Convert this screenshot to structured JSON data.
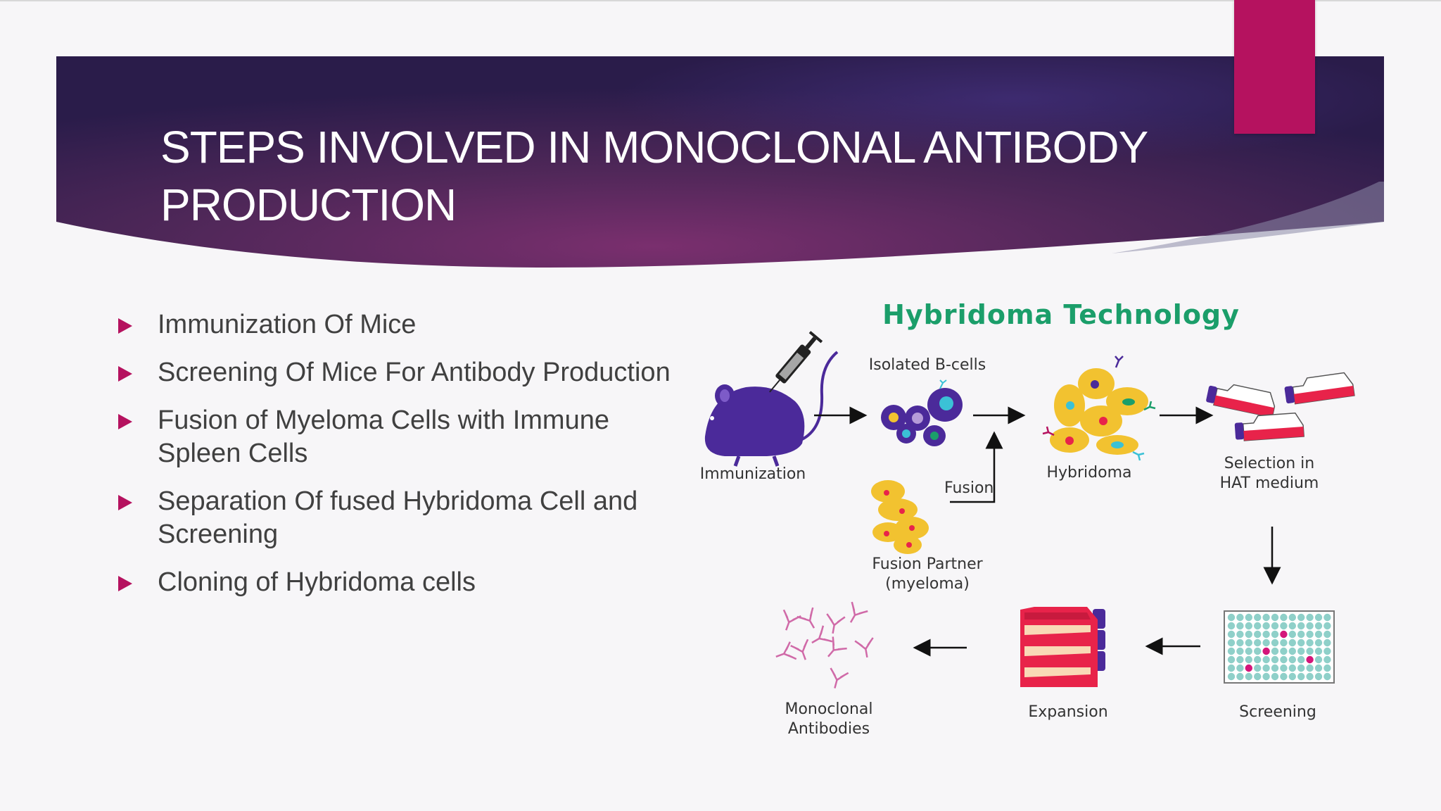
{
  "slide": {
    "title_line1": "STEPS INVOLVED IN MONOCLONAL ANTIBODY",
    "title_line2": "PRODUCTION",
    "bullets": [
      [
        "Immunization Of Mice"
      ],
      [
        "Screening Of Mice For Antibody Production"
      ],
      [
        "Fusion of Myeloma Cells with Immune",
        "Spleen Cells"
      ],
      [
        "Separation Of fused Hybridoma Cell and",
        "Screening"
      ],
      [
        "Cloning of Hybridoma cells"
      ]
    ]
  },
  "diagram": {
    "title": "Hybridoma Technology",
    "labels": {
      "immunization": "Immunization",
      "isolated_b_cells": "Isolated B-cells",
      "hybridoma": "Hybridoma",
      "selection_line1": "Selection in",
      "selection_line2": "HAT medium",
      "fusion": "Fusion",
      "fusion_partner_line1": "Fusion Partner",
      "fusion_partner_line2": "(myeloma)",
      "monoclonal_line1": "Monoclonal",
      "monoclonal_line2": "Antibodies",
      "expansion": "Expansion",
      "screening": "Screening"
    }
  },
  "colors": {
    "header_dark": "#2e1e4e",
    "header_mid": "#6b2a63",
    "accent_pink": "#b5125f",
    "diagram_title": "#1b9e6a",
    "mouse": "#4b2a9a",
    "flask_red": "#e8234a",
    "cell_yellow": "#f2c230"
  }
}
